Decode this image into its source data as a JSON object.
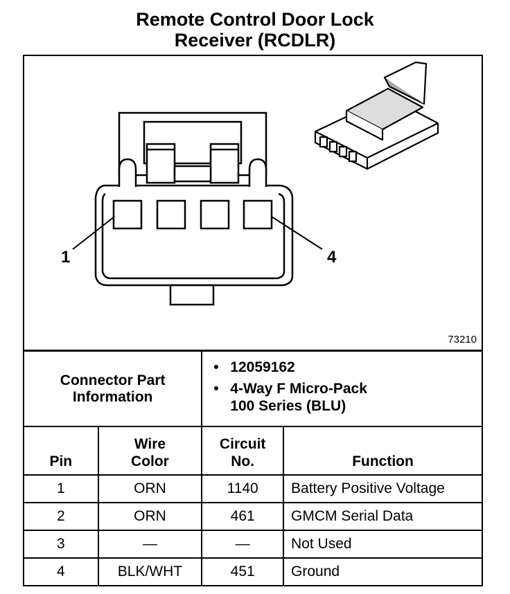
{
  "title": {
    "line1": "Remote Control Door Lock",
    "line2": "Receiver (RCDLR)"
  },
  "figure": {
    "ref_number": "73210",
    "pin_label_left": "1",
    "pin_label_right": "4"
  },
  "connector": {
    "label_line1": "Connector Part",
    "label_line2": "Information",
    "part_number": "12059162",
    "description_line1": "4-Way F Micro-Pack",
    "description_line2": "100 Series (BLU)"
  },
  "table": {
    "headers": {
      "pin": "Pin",
      "wire_line1": "Wire",
      "wire_line2": "Color",
      "circuit_line1": "Circuit",
      "circuit_line2": "No.",
      "function": "Function"
    },
    "rows": [
      {
        "pin": "1",
        "wire": "ORN",
        "circuit": "1140",
        "function": "Battery Positive Voltage"
      },
      {
        "pin": "2",
        "wire": "ORN",
        "circuit": "461",
        "function": "GMCM Serial Data"
      },
      {
        "pin": "3",
        "wire": "—",
        "circuit": "—",
        "function": "Not Used"
      },
      {
        "pin": "4",
        "wire": "BLK/WHT",
        "circuit": "451",
        "function": "Ground"
      }
    ]
  }
}
